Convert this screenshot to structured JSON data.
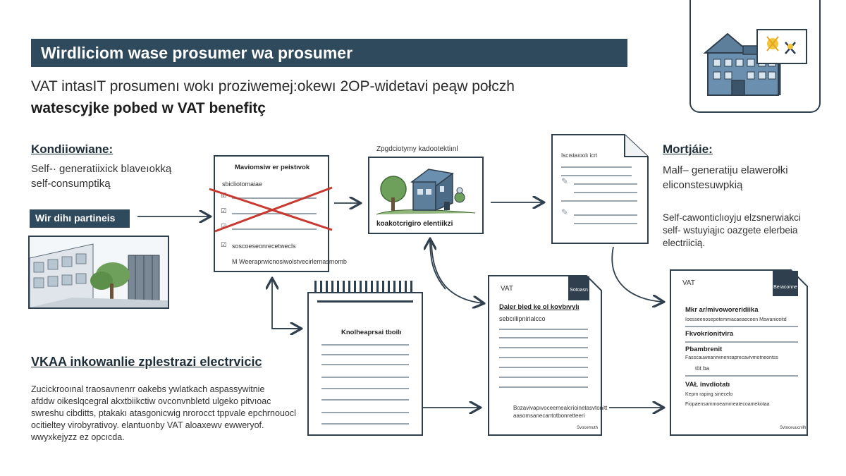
{
  "title": "Wirdliciom wase prosumer wa prosumer",
  "subtitle_line1": "VAT intasIT prosumenı wokı proziwemej:okewı 2OP-widetavi peąw połczh",
  "subtitle_line2": "watescyjke pobed w VAT benefitç",
  "left": {
    "heading": "Kondiiowiane:",
    "lines": [
      "Self-· generatiixick blaveıokką",
      "self-consumptiką"
    ],
    "badge": "Wir dihı partineis"
  },
  "right": {
    "heading": "Mortjáie:",
    "lines1": [
      "Malf– generatiįu elawerołki",
      "eliconstesuwpkią"
    ],
    "lines2": [
      "Self-cawonticlıoyju elzsnerwiakci",
      "self- wstuyiąjıc oazgete elerbeia",
      "electriicią."
    ]
  },
  "bottom": {
    "heading": "VKAA inkowanlie zplestrazi electrvicic",
    "paragraph": [
      "Zucickrooınal traosavnenrr oakebs ywlatkach aspassywitnie",
      "afddw oikeslqcegral akxtbiikctiw ovconvnbletd ulgeko pitvıoac",
      "swreshu cibditts, ptakakı atasgonicwig nrorocct tppvale epchrnouocl",
      "ocitieltey virobyrativoy. elantuonby VAT aloaxewv ewweryof.",
      "wwyxkejyzz ez opcıcda."
    ]
  },
  "doc1": {
    "title": "Maviomsiw er peistıvok",
    "item0": "sbicliotomaiae",
    "items": [
      "",
      "",
      "",
      "",
      "soscoeseonrecetwecls"
    ],
    "footer": "M Weeraprwicnosiwolstvecirlernasmomb"
  },
  "house_card": {
    "caption_top": "Zpgdciotymy kadootektiınl",
    "caption_bottom": "koakotcrigiro elentiikzi"
  },
  "doc3": {
    "label": "Iscıstaıoolı icrt"
  },
  "notepad": {
    "title": "Knolheaprsai tboilı"
  },
  "doc5": {
    "label": "VAT",
    "tab": "Sotoasn",
    "heading": "Daler bled ke ol kovbıvylı",
    "sub": "sebcıllipnirialcco",
    "footer1": "Bozavivapıvoceemealcrioinetasvtonitt",
    "footer2": "aasomsanecantotbonretteeri",
    "corner": "Svocemuth"
  },
  "doc6": {
    "label": "VAT",
    "tab": "Beraconne",
    "h1": "Mkr ar/mivoworeridiika",
    "r1": "Ioesseenosepotemmacaeaeceen Mswaniceitd",
    "h2": "Fkvokrionitvira",
    "h3": "Pbambrenit",
    "r2": "Fasscauweanrwnensaprecavivmotneontss",
    "r3": "töt ba",
    "h4": "VAŁ invdiotatı",
    "r4": "Kepm raping sinecelo",
    "r5": "Fiopaensammoeammeatecoamekotaa",
    "corner": "Svtoceuucnilh"
  }
}
